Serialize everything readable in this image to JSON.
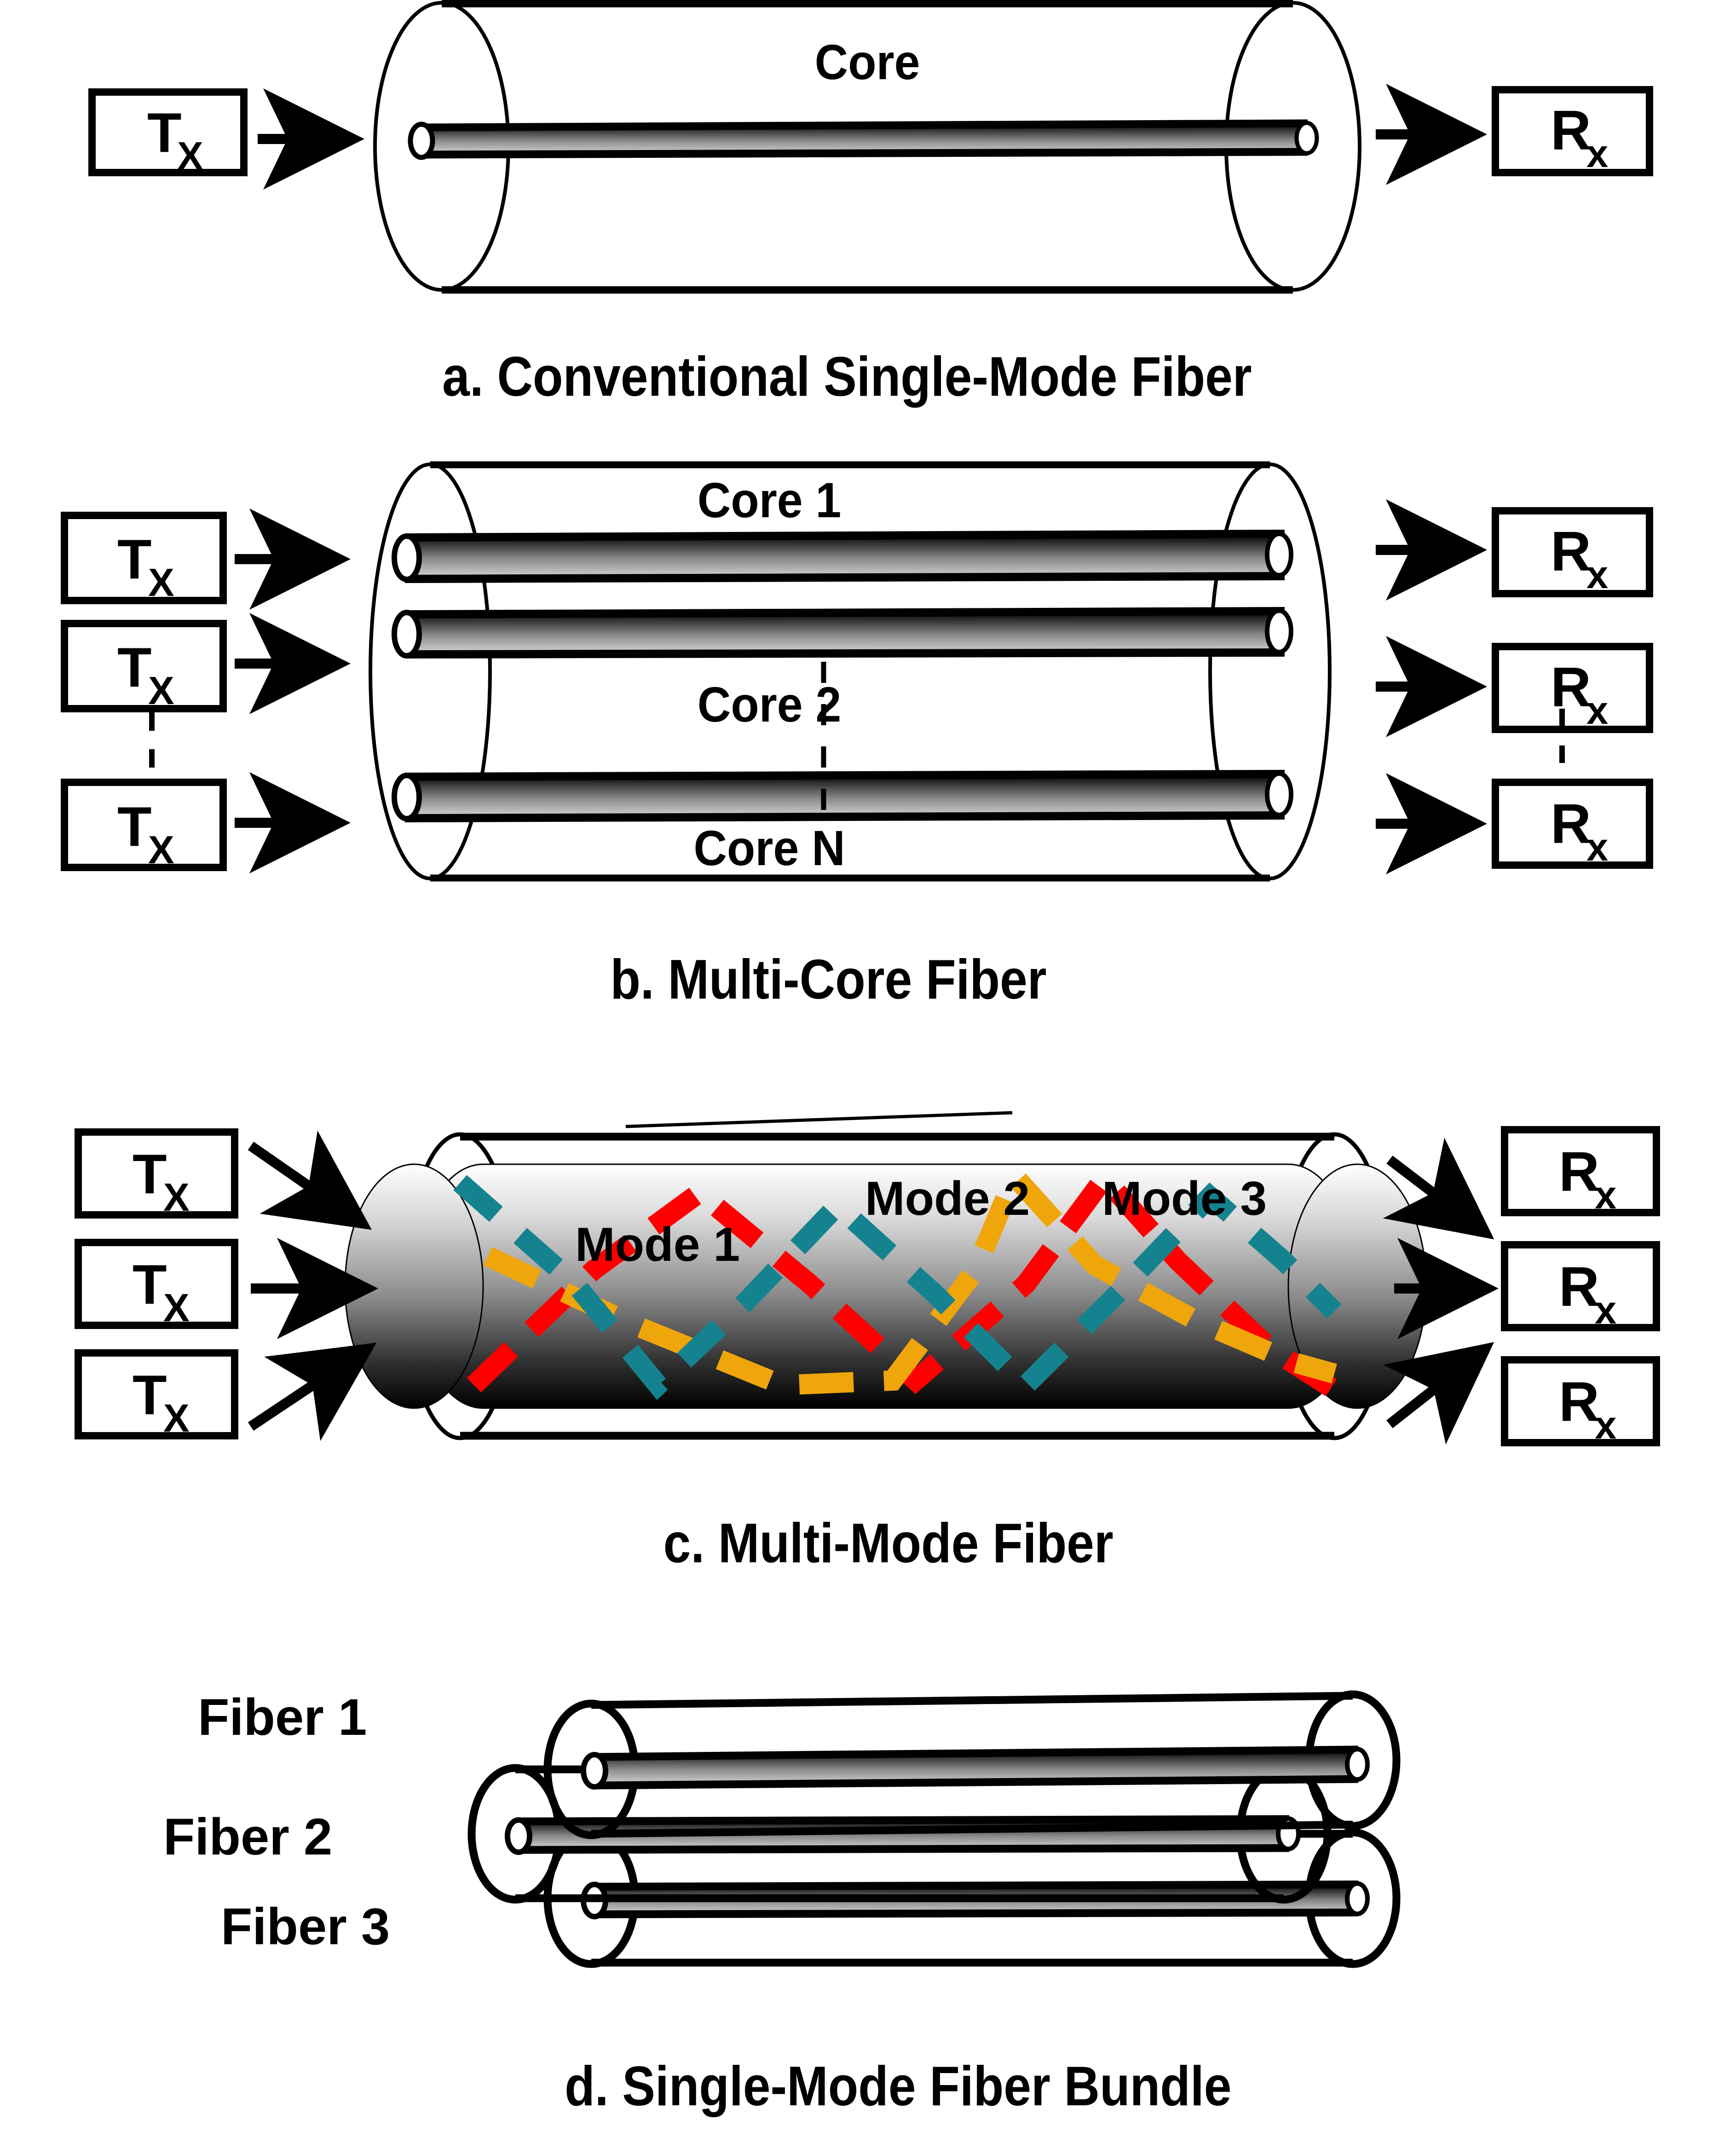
{
  "figure": {
    "title_visible": false,
    "background": "#ffffff",
    "stroke": "#000000"
  },
  "colors": {
    "mode_1_red": "#FF0000",
    "mode_2_yellow": "#EFA60B",
    "mode_3_teal": "#15838F",
    "core_dark": "#000000",
    "core_light": "#d9d9d9",
    "outline": "#000000"
  },
  "labels": {
    "tx": {
      "base": "T",
      "sub": "X"
    },
    "rx": {
      "base": "R",
      "sub": "x"
    }
  },
  "panels": [
    {
      "id": "a",
      "caption": "a. Conventional Single-Mode Fiber",
      "core_labels": [
        "Core"
      ],
      "tx_count": 1,
      "rx_count": 1,
      "tx_labels": [
        {
          "base": "T",
          "sub": "X"
        }
      ],
      "rx_labels": [
        {
          "base": "R",
          "sub": "x"
        }
      ]
    },
    {
      "id": "b",
      "caption": "b. Multi-Core Fiber",
      "core_labels": [
        "Core 1",
        "Core 2",
        "Core N"
      ],
      "tx_count": 3,
      "rx_count": 3,
      "tx_labels": [
        {
          "base": "T",
          "sub": "X"
        },
        {
          "base": "T",
          "sub": "X"
        },
        {
          "base": "T",
          "sub": "X"
        }
      ],
      "rx_labels": [
        {
          "base": "R",
          "sub": "x"
        },
        {
          "base": "R",
          "sub": "x"
        },
        {
          "base": "R",
          "sub": "x"
        }
      ],
      "has_vertical_ellipsis": true
    },
    {
      "id": "c",
      "caption": "c. Multi-Mode Fiber",
      "mode_labels": [
        "Mode 1",
        "Mode 2",
        "Mode 3"
      ],
      "tx_count": 3,
      "rx_count": 3,
      "tx_labels": [
        {
          "base": "T",
          "sub": "X"
        },
        {
          "base": "T",
          "sub": "X"
        },
        {
          "base": "T",
          "sub": "X"
        }
      ],
      "rx_labels": [
        {
          "base": "R",
          "sub": "x"
        },
        {
          "base": "R",
          "sub": "x"
        },
        {
          "base": "R",
          "sub": "x"
        }
      ]
    },
    {
      "id": "d",
      "caption": "d. Single-Mode Fiber Bundle",
      "fiber_labels": [
        "Fiber 1",
        "Fiber 2",
        "Fiber 3"
      ],
      "tx_count": 0,
      "rx_count": 0
    }
  ]
}
